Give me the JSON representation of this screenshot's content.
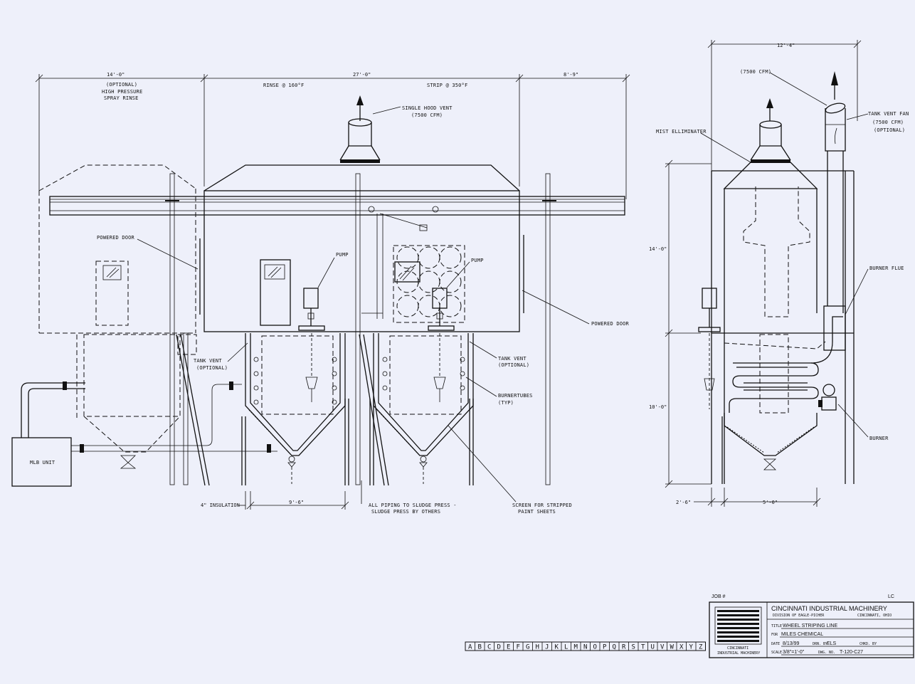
{
  "drawing": {
    "left_dims": {
      "d14": "14'-0\"",
      "optional": "(OPTIONAL)",
      "hp1": "HIGH PRESSURE",
      "hp2": "SPRAY RINSE",
      "d27": "27'-0\"",
      "rinse": "RINSE @ 160°F",
      "strip": "STRIP @ 350°F",
      "d89": "8'-9\"",
      "d96": "9'-6\"",
      "insul": "4\" INSULATION"
    },
    "right_dims": {
      "d124": "12'-4\"",
      "d140": "14'-0\"",
      "d100": "10'-0\"",
      "d26": "2'-6\"",
      "d50": "5'-0\""
    },
    "labels": {
      "hood1": "SINGLE HOOD VENT",
      "hood2": "(7500 CFM)",
      "powered_door_left": "POWERED DOOR",
      "powered_door_right": "POWERED DOOR",
      "pump1": "PUMP",
      "pump2": "PUMP",
      "tankvent_l1": "TANK VENT",
      "tankvent_l2": "(OPTIONAL)",
      "tankvent_r1": "TANK VENT",
      "tankvent_r2": "(OPTIONAL)",
      "burner_tubes1": "BURNERTUBES",
      "burner_tubes2": "(TYP)",
      "mlb": "MLB UNIT",
      "piping1": "ALL PIPING TO SLUDGE PRESS -",
      "piping2": "SLUDGE PRESS BY OTHERS",
      "screen1": "SCREEN FOR STRIPPED",
      "screen2": "PAINT SHEETS",
      "cfm_top": "(7500 CFM)",
      "mist": "MIST ELLIMINATER",
      "fan1": "TANK VENT FAN",
      "fan2": "(7500 CFM)",
      "fan3": "(OPTIONAL)",
      "flue": "BURNER FLUE",
      "burner": "BURNER"
    },
    "title_block": {
      "job": "JOB #",
      "lc": "LC",
      "company": "CINCINNATI INDUSTRIAL MACHINERY",
      "division": "DIVISION OF EAGLE-PICHER",
      "city": "CINCINNATI, OHIO",
      "title_label": "TITLE",
      "title": "WHEEL STRIPING LINE",
      "for_label": "FOR",
      "for_value": "MILES CHEMICAL",
      "date_label": "DATE",
      "date": "8/13/99",
      "drn_label": "DRN. BY",
      "drn": "ELS",
      "chkd_label": "CHKD. BY",
      "scale_label": "SCALE",
      "scale": "3/8\"=1'-0\"",
      "dwg_label": "DWG. NO.",
      "dwg": "T-120-C27",
      "logo1": "CINCINNATI",
      "logo2": "INDUSTRIAL MACHINERY"
    },
    "grid_letters": [
      "A",
      "B",
      "C",
      "D",
      "E",
      "F",
      "G",
      "H",
      "J",
      "K",
      "L",
      "M",
      "N",
      "O",
      "P",
      "Q",
      "R",
      "S",
      "T",
      "U",
      "V",
      "W",
      "X",
      "Y",
      "Z"
    ]
  }
}
